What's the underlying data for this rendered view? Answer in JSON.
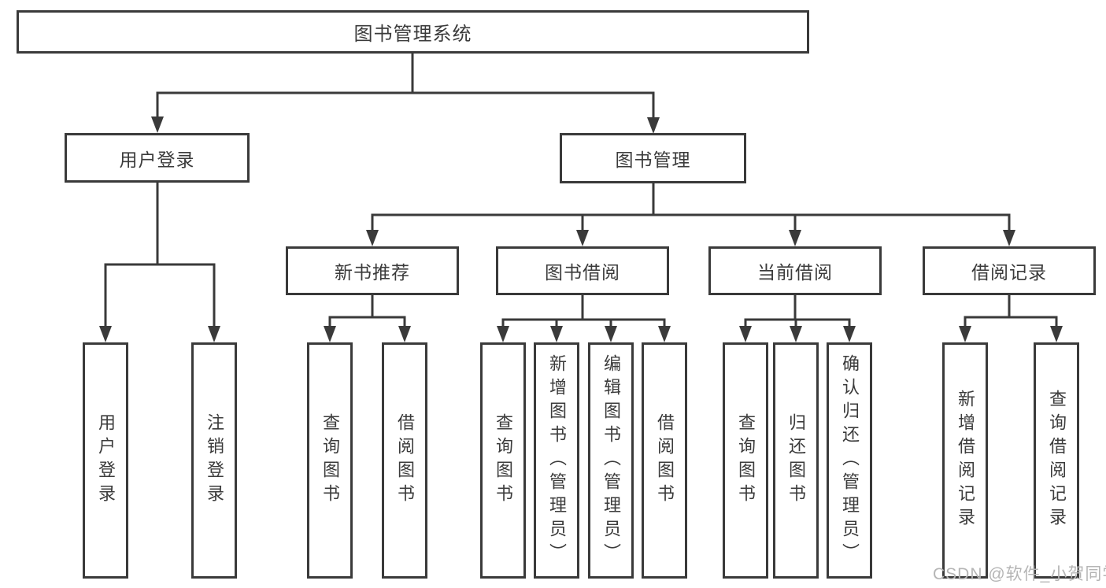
{
  "diagram": {
    "title": "图书管理系统",
    "children": [
      {
        "label": "用户登录",
        "children": [
          {
            "label": "用户登录"
          },
          {
            "label": "注销登录"
          }
        ]
      },
      {
        "label": "图书管理",
        "children": [
          {
            "label": "新书推荐",
            "children": [
              {
                "label": "查询图书"
              },
              {
                "label": "借阅图书"
              }
            ]
          },
          {
            "label": "图书借阅",
            "children": [
              {
                "label": "查询图书"
              },
              {
                "label": "新增图书（管理员）"
              },
              {
                "label": "编辑图书（管理员）"
              },
              {
                "label": "借阅图书"
              }
            ]
          },
          {
            "label": "当前借阅",
            "children": [
              {
                "label": "查询图书"
              },
              {
                "label": "归还图书"
              },
              {
                "label": "确认归还（管理员）"
              }
            ]
          },
          {
            "label": "借阅记录",
            "children": [
              {
                "label": "新增借阅记录"
              },
              {
                "label": "查询借阅记录"
              }
            ]
          }
        ]
      }
    ]
  },
  "watermark": {
    "text": "CSDN @软件_小贺同学"
  },
  "colors": {
    "line": "#3a3a3a",
    "text": "#3b3b3b",
    "watermark": "#b5b5b5",
    "background": "#ffffff"
  }
}
